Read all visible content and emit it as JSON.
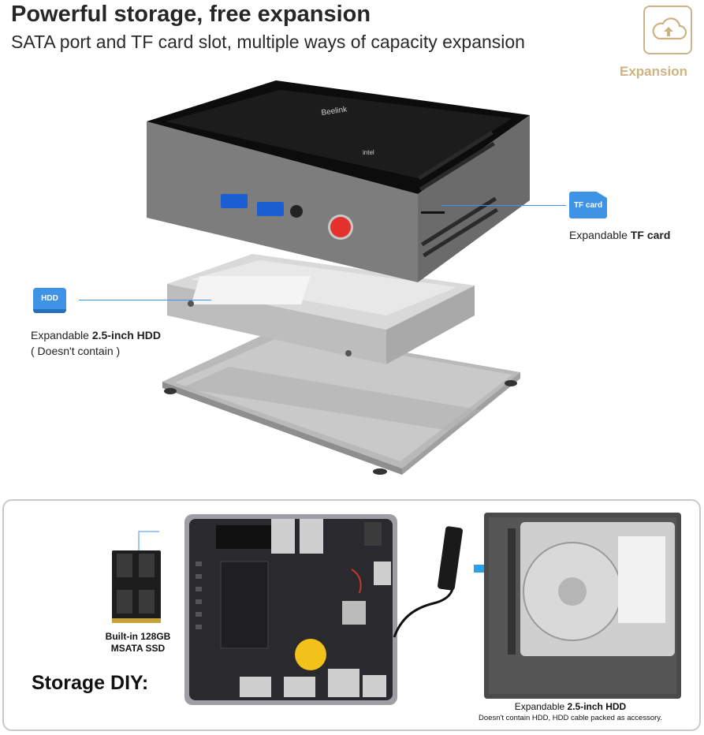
{
  "header": {
    "title": "Powerful storage, free expansion",
    "subtitle": "SATA port and TF card slot, multiple ways of capacity expansion"
  },
  "badge": {
    "label": "Expansion",
    "icon": "cloud-upload-icon",
    "color": "#cfb282"
  },
  "tf": {
    "icon_text": "TF card",
    "caption_prefix": "Expandable ",
    "caption_bold": "TF card"
  },
  "hdd": {
    "icon_text": "HDD",
    "caption_prefix": "Expandable ",
    "caption_bold": "2.5-inch HDD",
    "note": "( Doesn't contain )"
  },
  "device": {
    "brand": "Beelink",
    "sticker": "intel"
  },
  "panel": {
    "ssd_caption_line1": "Built-in 128GB",
    "ssd_caption_line2": "MSATA SSD",
    "diy_label": "Storage DIY:",
    "hdd_caption_prefix": "Expandable ",
    "hdd_caption_bold": "2.5-inch HDD",
    "hdd_note": "Doesn't contain HDD,  HDD cable packed as accessory."
  },
  "colors": {
    "accent_blue": "#3f93e6",
    "gold": "#cfb282"
  }
}
